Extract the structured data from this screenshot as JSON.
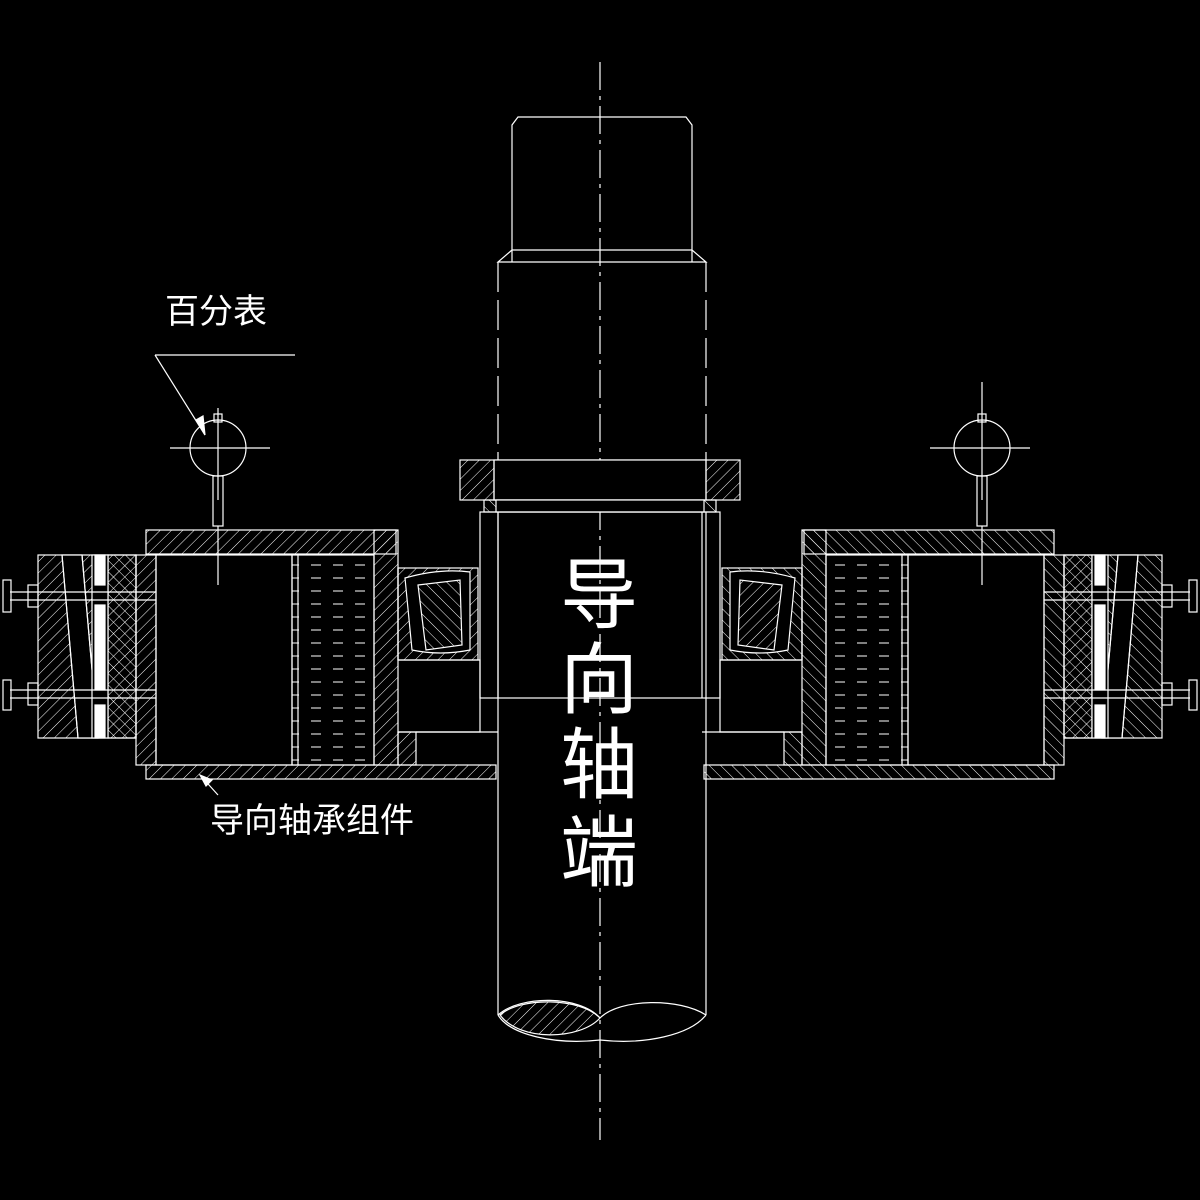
{
  "labels": {
    "dial_indicator": "百分表",
    "bearing_assembly": "导向轴承组件",
    "shaft_end": [
      "导",
      "向",
      "轴",
      "端"
    ]
  }
}
